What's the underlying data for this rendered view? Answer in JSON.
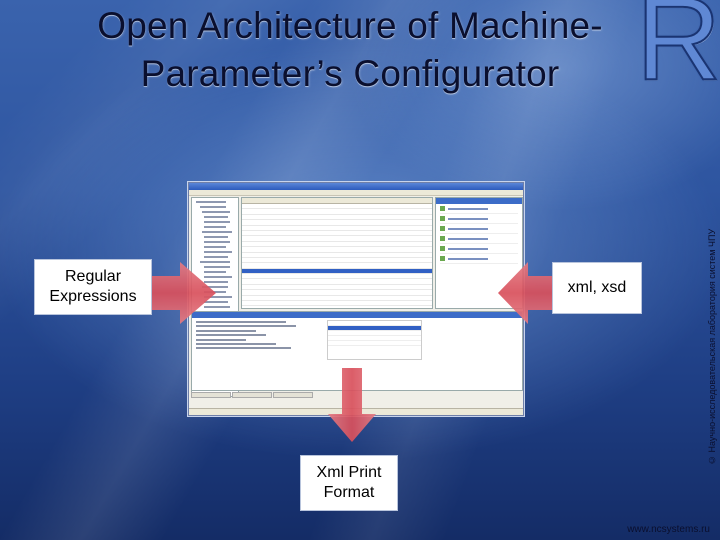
{
  "slide": {
    "title_line1": "Open Architecture of Machine-",
    "title_line2": "Parameter’s Configurator",
    "logo_letter": "R",
    "side_credit": "© Научно-исследовательская лаборатория систем ЧПУ",
    "footer_url": "www.ncsystems.ru"
  },
  "callouts": {
    "left": {
      "line1": "Regular",
      "line2": "Expressions"
    },
    "right": {
      "text": "xml, xsd"
    },
    "bottom": {
      "line1": "Xml Print",
      "line2": "Format"
    }
  },
  "colors": {
    "arrow_fill": "#e5636c",
    "arrow_edge": "#c0404c",
    "title_text": "#0a0f2e",
    "background_top": "#3a63ad",
    "background_bottom": "#142c66"
  }
}
